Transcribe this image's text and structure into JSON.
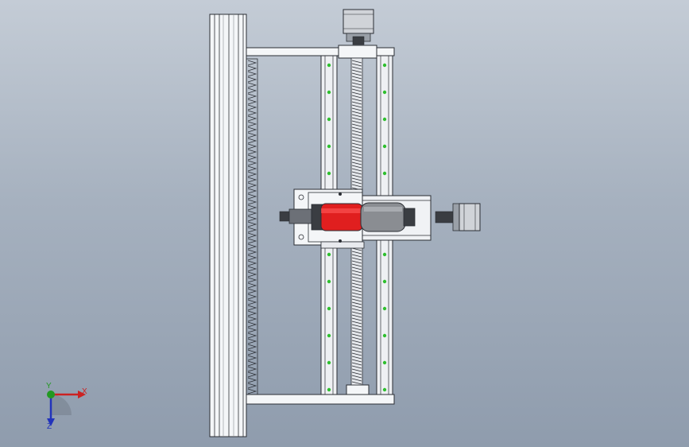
{
  "viewport": {
    "background_top": "#c4ccd6",
    "background_bottom": "#8f9cad"
  },
  "model": {
    "components": [
      "gantry-column",
      "top-crossbar",
      "bottom-crossbar",
      "linear-rail-left",
      "linear-rail-right",
      "ball-screw",
      "top-stepper-motor",
      "side-stepper-motor",
      "z-carriage-plate",
      "spindle-motor"
    ],
    "colors": {
      "frame_face": "#f4f6f8",
      "frame_shadow": "#c9ced6",
      "outline": "#2a2d33",
      "spindle_red": "#e01f1f",
      "spindle_grey": "#8a8d92",
      "motor_body": "#d0d3d8",
      "rail_dot": "#2fbf2f"
    }
  },
  "triad": {
    "x_label": "X",
    "y_label": "Y",
    "z_label": "Z",
    "x_color": "#cc2222",
    "y_color": "#229922",
    "z_color": "#2233bb"
  }
}
